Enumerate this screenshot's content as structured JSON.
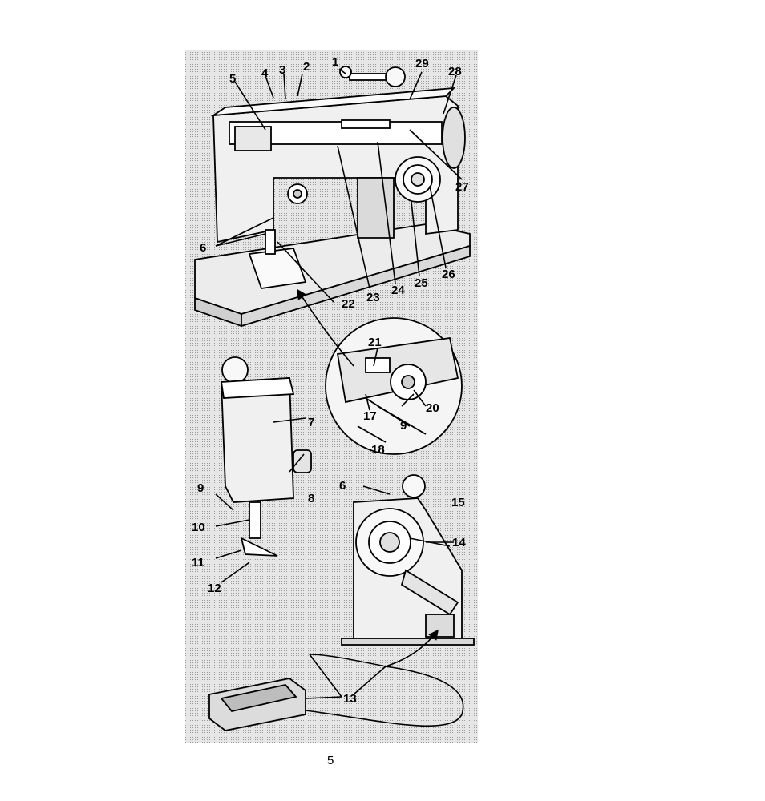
{
  "figure": {
    "shading": "#dcdcdc",
    "ink": "#000000",
    "callouts": {
      "c1": "1",
      "c2": "2",
      "c3": "3",
      "c4": "4",
      "c5": "5",
      "c6a": "6",
      "c6b": "6",
      "c7": "7",
      "c8": "8",
      "c9a": "9",
      "c9b": "9",
      "c10": "10",
      "c11": "11",
      "c12": "12",
      "c13": "13",
      "c14": "14",
      "c15": "15",
      "c17": "17",
      "c18": "18",
      "c20": "20",
      "c21": "21",
      "c22": "22",
      "c23": "23",
      "c24": "24",
      "c25": "25",
      "c26": "26",
      "c27": "27",
      "c28": "28",
      "c29": "29"
    }
  },
  "page_number": "5"
}
